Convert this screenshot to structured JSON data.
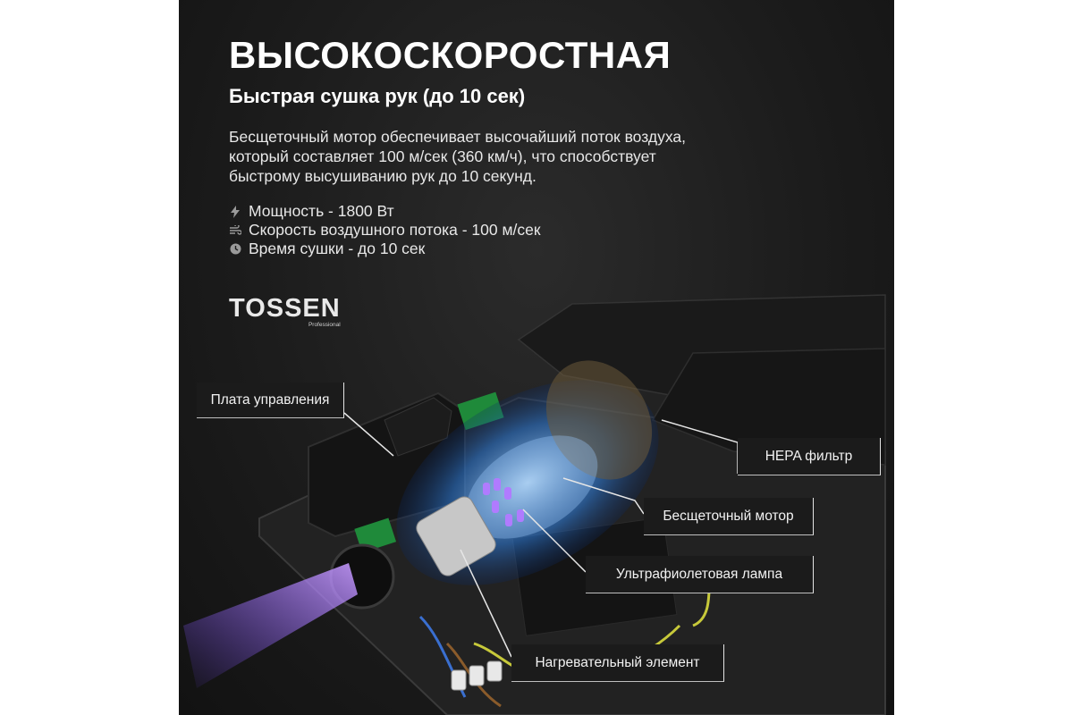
{
  "headline": "ВЫСОКОСКОРОСТНАЯ",
  "subheadline": "Быстрая сушка рук (до 10 сек)",
  "description_lines": [
    "Бесщеточный мотор обеспечивает высочайший поток воздуха,",
    "который составляет 100 м/сек (360 км/ч), что способствует",
    "быстрому высушиванию рук до 10 секунд."
  ],
  "specs": [
    {
      "icon": "lightning-icon",
      "text": "Мощность - 1800 Вт"
    },
    {
      "icon": "wind-icon",
      "text": "Скорость воздушного потока - 100 м/сек"
    },
    {
      "icon": "clock-icon",
      "text": "Время сушки - до 10 сек"
    }
  ],
  "logo": {
    "name": "TOSSEN",
    "tagline": "Professional"
  },
  "callouts": {
    "control_board": "Плата управления",
    "hepa_filter": "HEPA фильтр",
    "brushless_motor": "Бесщеточный мотор",
    "uv_lamp": "Ультрафиолетовая лампа",
    "heating_element": "Нагревательный элемент"
  },
  "colors": {
    "background": "#1c1c1c",
    "text": "#ffffff",
    "motor_glow": "#4aa3ff",
    "uv_light": "#a36bff",
    "board_green": "#1f8a3a"
  }
}
